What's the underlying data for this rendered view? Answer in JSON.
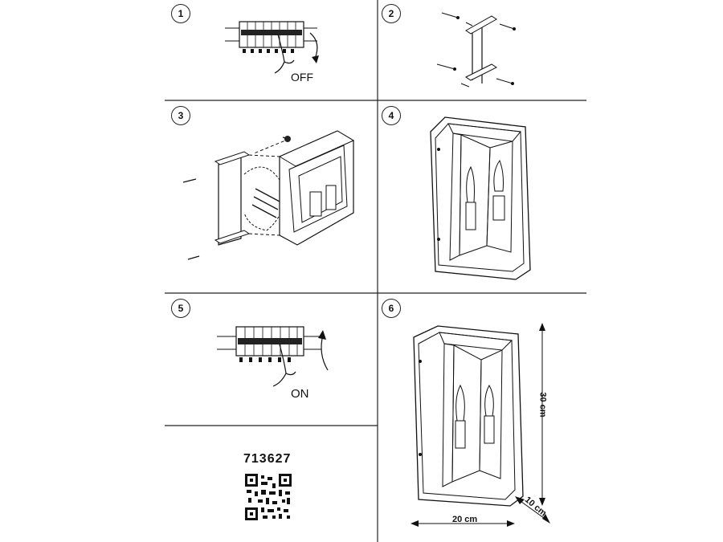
{
  "steps": [
    {
      "number": "1",
      "label": "OFF"
    },
    {
      "number": "2"
    },
    {
      "number": "3"
    },
    {
      "number": "4"
    },
    {
      "number": "5",
      "label": "ON"
    },
    {
      "number": "6"
    }
  ],
  "product_code": "713627",
  "dimensions": {
    "height": "30 cm",
    "width": "20 cm",
    "depth": "10 cm"
  },
  "qr_code": {
    "present": true
  }
}
